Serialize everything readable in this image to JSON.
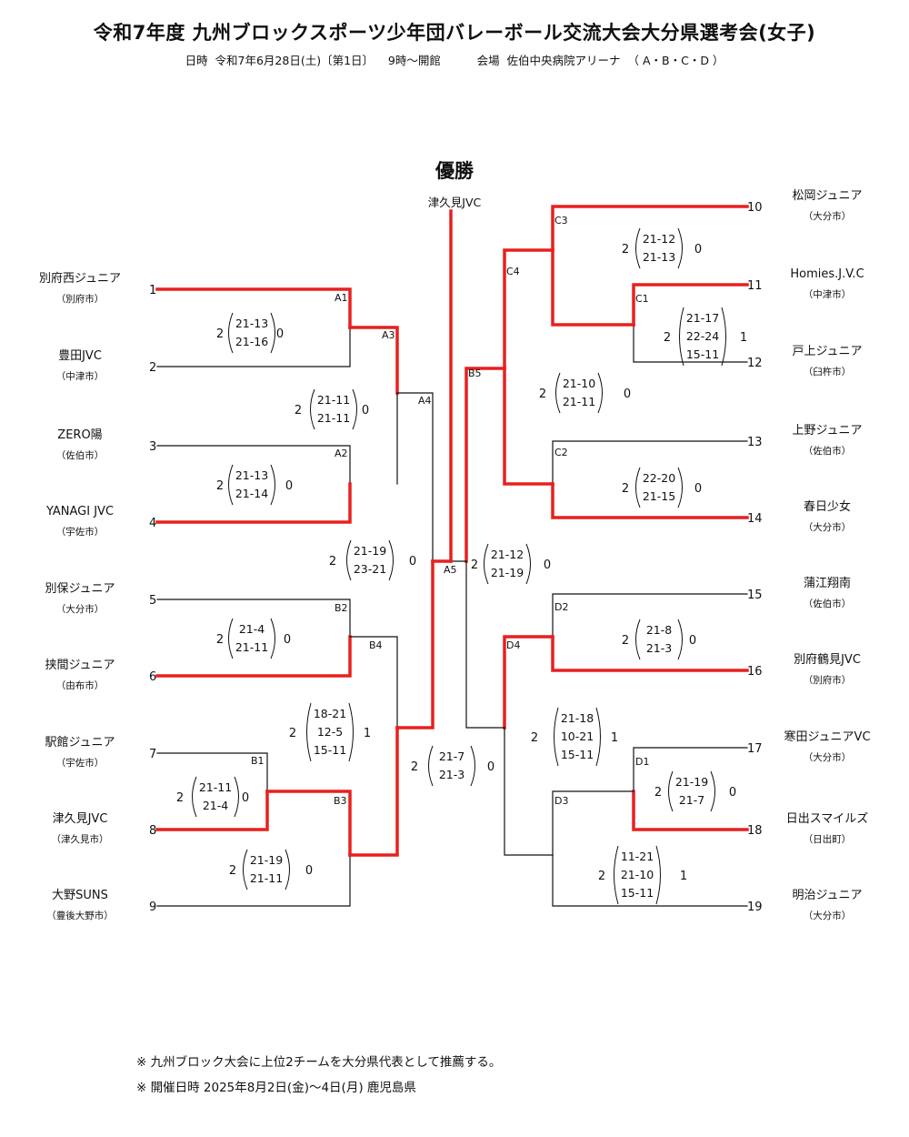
{
  "header": {
    "title": "令和7年度  九州ブロックスポーツ少年団バレーボール交流大会大分県選考会(女子)",
    "subtitle": "日時  令和7年6月28日(土)〔第1日〕    9時～開館          会場  佐伯中央病院アリーナ  （ A・B・C・D ）"
  },
  "champion": {
    "label": "優勝",
    "team": "津久見JVC"
  },
  "colors": {
    "winner_line": "#e8201f",
    "line": "#111111"
  },
  "teams": [
    {
      "seed": "1",
      "name": "別府西ジュニア",
      "city": "（別府市）"
    },
    {
      "seed": "2",
      "name": "豊田JVC",
      "city": "（中津市）"
    },
    {
      "seed": "3",
      "name": "ZERO陽",
      "city": "（佐伯市）"
    },
    {
      "seed": "4",
      "name": "YANAGI JVC",
      "city": "（宇佐市）"
    },
    {
      "seed": "5",
      "name": "別保ジュニア",
      "city": "（大分市）"
    },
    {
      "seed": "6",
      "name": "挟間ジュニア",
      "city": "（由布市）"
    },
    {
      "seed": "7",
      "name": "駅館ジュニア",
      "city": "（宇佐市）"
    },
    {
      "seed": "8",
      "name": "津久見JVC",
      "city": "（津久見市）"
    },
    {
      "seed": "9",
      "name": "大野SUNS",
      "city": "（豊後大野市）"
    },
    {
      "seed": "10",
      "name": "松岡ジュニア",
      "city": "（大分市）"
    },
    {
      "seed": "11",
      "name": "Homies.J.V.C",
      "city": "（中津市）"
    },
    {
      "seed": "12",
      "name": "戸上ジュニア",
      "city": "（臼杵市）"
    },
    {
      "seed": "13",
      "name": "上野ジュニア",
      "city": "（佐伯市）"
    },
    {
      "seed": "14",
      "name": "春日少女",
      "city": "（大分市）"
    },
    {
      "seed": "15",
      "name": "蒲江翔南",
      "city": "（佐伯市）"
    },
    {
      "seed": "16",
      "name": "別府鶴見JVC",
      "city": "（別府市）"
    },
    {
      "seed": "17",
      "name": "寒田ジュニアVC",
      "city": "（大分市）"
    },
    {
      "seed": "18",
      "name": "日出スマイルズ",
      "city": "（日出町）"
    },
    {
      "seed": "19",
      "name": "明治ジュニア",
      "city": "（大分市）"
    }
  ],
  "matches": [
    {
      "code": "A1",
      "left_wins": "2",
      "right_wins": "0",
      "scores": [
        "21-13",
        "21-16"
      ]
    },
    {
      "code": "A2",
      "left_wins": "2",
      "right_wins": "0",
      "scores": [
        "21-13",
        "21-14"
      ]
    },
    {
      "code": "A3",
      "left_wins": "2",
      "right_wins": "0",
      "scores": [
        "21-11",
        "21-11"
      ]
    },
    {
      "code": "A4",
      "left_wins": "2",
      "right_wins": "0",
      "scores": [
        "21-19",
        "23-21"
      ]
    },
    {
      "code": "A5",
      "left_wins": "2",
      "right_wins": "0",
      "scores": [
        "21-7",
        "21-3"
      ]
    },
    {
      "code": "B1",
      "left_wins": "2",
      "right_wins": "0",
      "scores": [
        "21-11",
        "21-4"
      ]
    },
    {
      "code": "B2",
      "left_wins": "2",
      "right_wins": "0",
      "scores": [
        "21-4",
        "21-11"
      ]
    },
    {
      "code": "B3",
      "left_wins": "2",
      "right_wins": "0",
      "scores": [
        "21-19",
        "21-11"
      ]
    },
    {
      "code": "B4",
      "left_wins": "2",
      "right_wins": "1",
      "scores": [
        "18-21",
        "12-5",
        "15-11"
      ]
    },
    {
      "code": "B5",
      "left_wins": "2",
      "right_wins": "0",
      "scores": [
        "21-12",
        "21-19"
      ]
    },
    {
      "code": "C1",
      "left_wins": "2",
      "right_wins": "1",
      "scores": [
        "21-17",
        "22-24",
        "15-11"
      ]
    },
    {
      "code": "C2",
      "left_wins": "2",
      "right_wins": "0",
      "scores": [
        "22-20",
        "21-15"
      ]
    },
    {
      "code": "C3",
      "left_wins": "2",
      "right_wins": "0",
      "scores": [
        "21-12",
        "21-13"
      ]
    },
    {
      "code": "C4",
      "left_wins": "2",
      "right_wins": "0",
      "scores": [
        "21-10",
        "21-11"
      ]
    },
    {
      "code": "D1",
      "left_wins": "2",
      "right_wins": "0",
      "scores": [
        "21-19",
        "21-7"
      ]
    },
    {
      "code": "D2",
      "left_wins": "2",
      "right_wins": "0",
      "scores": [
        "21-8",
        "21-3"
      ]
    },
    {
      "code": "D3",
      "left_wins": "2",
      "right_wins": "1",
      "scores": [
        "11-21",
        "21-10",
        "15-11"
      ]
    },
    {
      "code": "D4",
      "left_wins": "2",
      "right_wins": "1",
      "scores": [
        "21-18",
        "10-21",
        "15-11"
      ]
    }
  ],
  "notes": [
    "※  九州ブロック大会に上位2チームを大分県代表として推薦する。",
    "※  開催日時   2025年8月2日(金)～4日(月)  鹿児島県"
  ]
}
